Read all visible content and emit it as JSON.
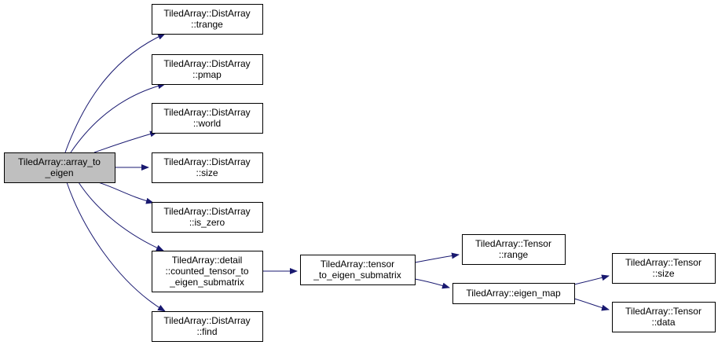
{
  "colors": {
    "edge": "#191970",
    "root_fill": "#bfbfbf",
    "node_fill": "#ffffff",
    "border": "#000000"
  },
  "nodes": [
    {
      "id": "array_to_eigen",
      "lines": [
        "TiledArray::array_to",
        "_eigen"
      ],
      "root": true
    },
    {
      "id": "trange",
      "lines": [
        "TiledArray::DistArray",
        "::trange"
      ]
    },
    {
      "id": "pmap",
      "lines": [
        "TiledArray::DistArray",
        "::pmap"
      ]
    },
    {
      "id": "world",
      "lines": [
        "TiledArray::DistArray",
        "::world"
      ]
    },
    {
      "id": "size",
      "lines": [
        "TiledArray::DistArray",
        "::size"
      ]
    },
    {
      "id": "is_zero",
      "lines": [
        "TiledArray::DistArray",
        "::is_zero"
      ]
    },
    {
      "id": "counted_tensor_to_eigen_submatrix",
      "lines": [
        "TiledArray::detail",
        "::counted_tensor_to",
        "_eigen_submatrix"
      ]
    },
    {
      "id": "find",
      "lines": [
        "TiledArray::DistArray",
        "::find"
      ]
    },
    {
      "id": "tensor_to_eigen_submatrix",
      "lines": [
        "TiledArray::tensor",
        "_to_eigen_submatrix"
      ]
    },
    {
      "id": "tensor_range",
      "lines": [
        "TiledArray::Tensor",
        "::range"
      ]
    },
    {
      "id": "eigen_map",
      "lines": [
        "TiledArray::eigen_map"
      ]
    },
    {
      "id": "tensor_size",
      "lines": [
        "TiledArray::Tensor",
        "::size"
      ]
    },
    {
      "id": "tensor_data",
      "lines": [
        "TiledArray::Tensor",
        "::data"
      ]
    }
  ],
  "edges": [
    {
      "from": "array_to_eigen",
      "to": "trange"
    },
    {
      "from": "array_to_eigen",
      "to": "pmap"
    },
    {
      "from": "array_to_eigen",
      "to": "world"
    },
    {
      "from": "array_to_eigen",
      "to": "size"
    },
    {
      "from": "array_to_eigen",
      "to": "is_zero"
    },
    {
      "from": "array_to_eigen",
      "to": "counted_tensor_to_eigen_submatrix"
    },
    {
      "from": "array_to_eigen",
      "to": "find"
    },
    {
      "from": "counted_tensor_to_eigen_submatrix",
      "to": "tensor_to_eigen_submatrix"
    },
    {
      "from": "tensor_to_eigen_submatrix",
      "to": "tensor_range"
    },
    {
      "from": "tensor_to_eigen_submatrix",
      "to": "eigen_map"
    },
    {
      "from": "eigen_map",
      "to": "tensor_size"
    },
    {
      "from": "eigen_map",
      "to": "tensor_data"
    }
  ]
}
